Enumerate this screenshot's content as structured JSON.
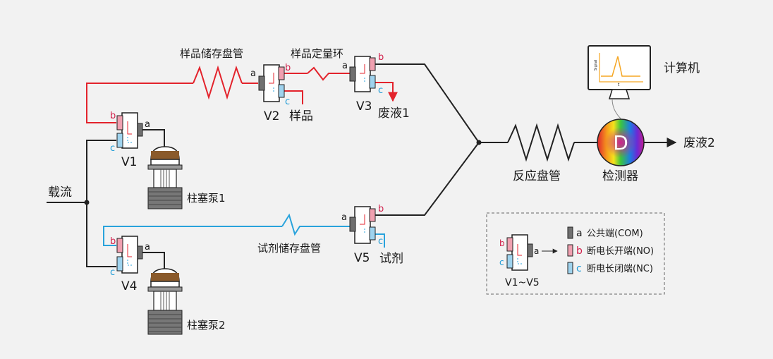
{
  "colors": {
    "background": "#f2f2f2",
    "carrier_line": "#222222",
    "sample_line": "#e3232c",
    "reagent_line": "#29a3dc",
    "port_com": "#707070",
    "port_no": "#f0a0b0",
    "port_nc": "#9fd3ee",
    "syringe_content": "#8a5a2b",
    "letter_b": "#d11f4a",
    "letter_c": "#1c9ad6"
  },
  "labels": {
    "carrier": "载流",
    "sample_loop_coil": "样品储存盘管",
    "quant_loop": "样品定量环",
    "sample": "样品",
    "waste1": "废液1",
    "waste2": "废液2",
    "computer": "计算机",
    "reaction_coil": "反应盘管",
    "detector": "检测器",
    "detector_letter": "D",
    "reagent_coil": "试剂储存盘管",
    "reagent": "试剂",
    "pump1": "柱塞泵1",
    "pump2": "柱塞泵2"
  },
  "valves": {
    "v1": "V1",
    "v2": "V2",
    "v3": "V3",
    "v4": "V4",
    "v5": "V5"
  },
  "ports": {
    "a": "a",
    "b": "b",
    "c": "c"
  },
  "legend": {
    "valve_label": "V1~V5",
    "items": [
      {
        "letter": "a",
        "text": "公共端(COM)"
      },
      {
        "letter": "b",
        "text": "断电长开端(NO)"
      },
      {
        "letter": "c",
        "text": "断电长闭端(NC)"
      }
    ]
  },
  "monitor": {
    "y_axis": "Signal",
    "x_axis": "t",
    "peak_color": "#f5a623"
  }
}
